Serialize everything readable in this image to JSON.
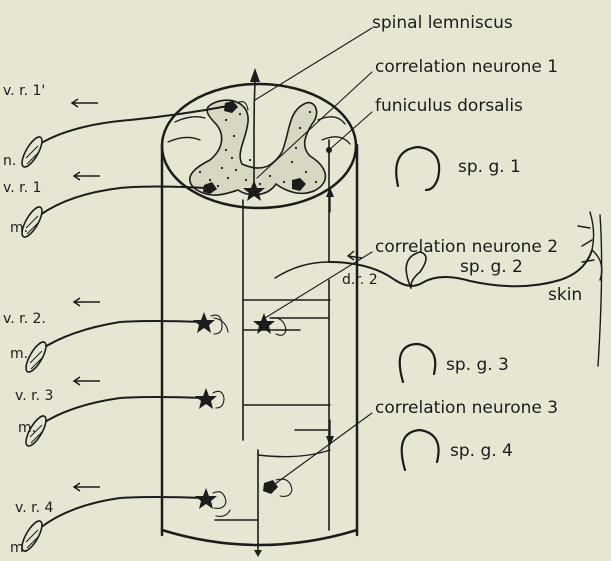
{
  "labels": {
    "spinal_lemniscus": "spinal lemniscus",
    "correlation_neurone_1": "correlation neurone 1",
    "funiculus_dorsalis": "funiculus dorsalis",
    "correlation_neurone_2": "correlation neurone 2",
    "correlation_neurone_3": "correlation neurone 3",
    "skin": "skin"
  },
  "ganglia": [
    "sp. g. 1",
    "sp. g. 2",
    "sp. g. 3",
    "sp. g. 4"
  ],
  "dorsal_root": "d.r. 2",
  "ventral_roots": [
    "v. r. 1'",
    "v. r. 1",
    "v. r. 2.",
    "v. r. 3",
    "v. r. 4"
  ],
  "effectors": [
    "n.",
    "m.",
    "m.",
    "m.",
    "m."
  ]
}
